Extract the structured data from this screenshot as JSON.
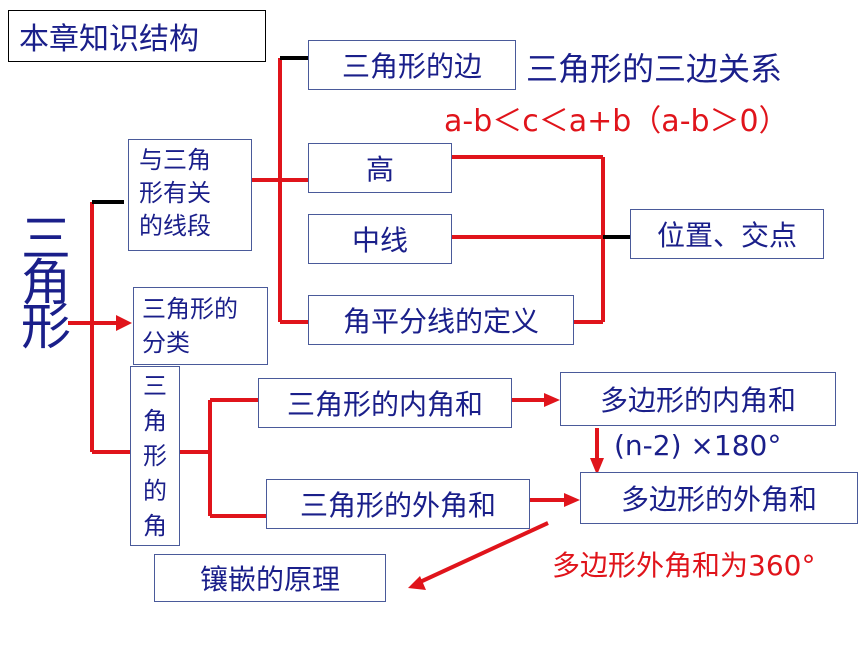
{
  "title": "本章知识结构",
  "root": "三角形",
  "groups": {
    "segments": "与三角形有关的线段",
    "segments_lines": [
      "与三角",
      "形有关",
      "的线段"
    ],
    "classification_lines": [
      "三角形的",
      "分类"
    ],
    "angles_chars": [
      "三",
      "角",
      "形",
      "的",
      "角"
    ]
  },
  "segment_items": {
    "side": "三角形的边",
    "altitude": "高",
    "median": "中线",
    "bisector": "角平分线的定义"
  },
  "side_relation": {
    "title": "三边关系",
    "title_full": "三角形的三边关系",
    "formula": "a-b＜c＜a+b（a-b＞0）"
  },
  "position": "位置、交点",
  "angle_items": {
    "interior": "三角形的内角和",
    "exterior": "三角形的外角和",
    "poly_interior": "多边形的内角和",
    "poly_exterior": "多边形的外角和",
    "interior_formula": "(n-2) ×180°",
    "exterior_note": "多边形外角和为360°",
    "tessellation": "镶嵌的原理"
  },
  "colors": {
    "navy": "#1a1f8a",
    "red": "#e0141b",
    "black": "#000000"
  }
}
